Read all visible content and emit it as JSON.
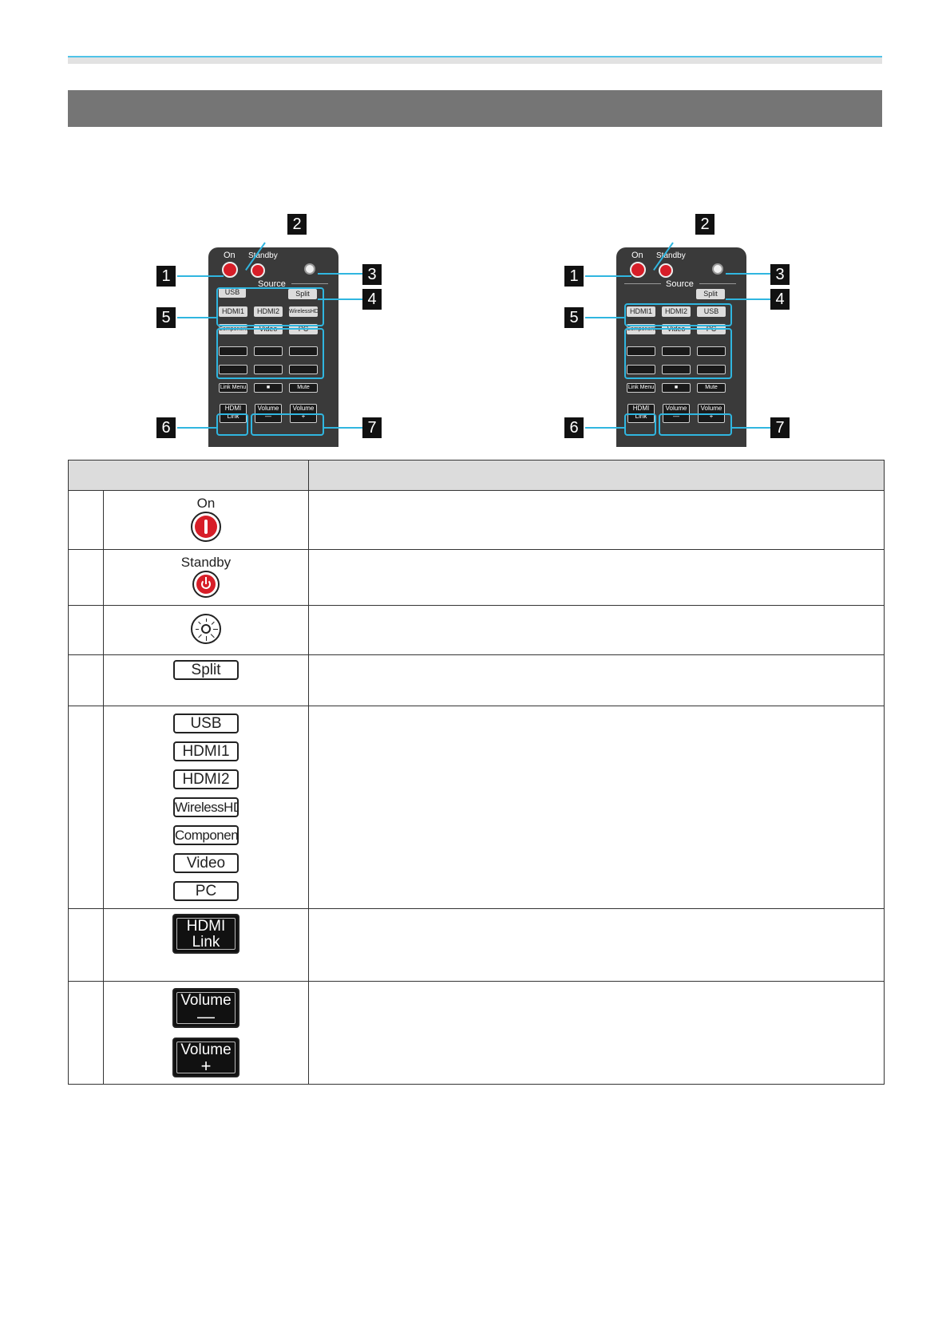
{
  "figure_left": {
    "labels": {
      "on": "On",
      "standby": "Standby",
      "source": "Source"
    },
    "source_buttons": [
      "USB",
      "HDMI1",
      "HDMI2",
      "WirelessHD",
      "Component",
      "Video",
      "PC"
    ],
    "split": "Split",
    "media_row3": [
      "Link Menu",
      "■",
      "Mute"
    ],
    "bottom": {
      "hdmi_link_top": "HDMI",
      "hdmi_link_bottom": "Link",
      "vol": "Volume",
      "minus": "—",
      "plus": "+"
    },
    "callouts": [
      "1",
      "2",
      "3",
      "4",
      "5",
      "6",
      "7"
    ]
  },
  "figure_right": {
    "labels": {
      "on": "On",
      "standby": "Standby",
      "source": "Source"
    },
    "source_buttons": [
      "HDMI1",
      "HDMI2",
      "USB",
      "Component",
      "Video",
      "PC"
    ],
    "split": "Split",
    "media_row3": [
      "Link Menu",
      "■",
      "Mute"
    ],
    "bottom": {
      "hdmi_link_top": "HDMI",
      "hdmi_link_bottom": "Link",
      "vol": "Volume",
      "minus": "—",
      "plus": "+"
    },
    "callouts": [
      "1",
      "2",
      "3",
      "4",
      "5",
      "6",
      "7"
    ]
  },
  "table": {
    "rows": [
      {
        "caption": "On"
      },
      {
        "caption": "Standby"
      },
      {},
      {
        "key": "Split"
      },
      {
        "keys": [
          "USB",
          "HDMI1",
          "HDMI2",
          "WirelessHD",
          "Component",
          "Video",
          "PC"
        ]
      },
      {
        "key_top": "HDMI",
        "key_bottom": "Link"
      },
      {
        "vol": "Volume",
        "minus": "—",
        "plus": "+"
      }
    ]
  },
  "colors": {
    "accent": "#30b6e0",
    "power_red": "#d71e28",
    "section_bar": "#757575",
    "header_grey": "#dcdcdc"
  }
}
